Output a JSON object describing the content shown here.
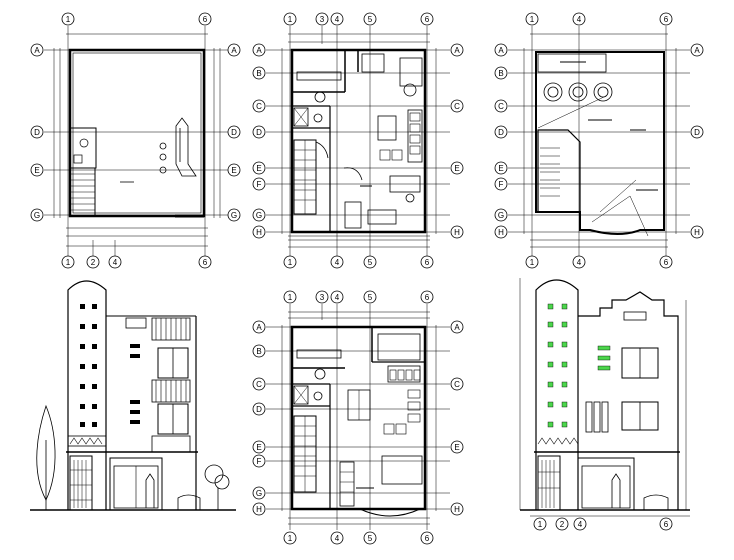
{
  "sheet": {
    "background": "#ffffff",
    "line_color": "#000000",
    "accent_green": "#4cd64c"
  },
  "plan_ground": {
    "top_axes": [
      "1",
      "6"
    ],
    "bottom_axes": [
      "1",
      "2",
      "4",
      "6"
    ],
    "row_axes": [
      "A",
      "D",
      "E",
      "G"
    ]
  },
  "plan_first": {
    "top_axes": [
      "1",
      "3",
      "4",
      "5",
      "6"
    ],
    "bottom_axes": [
      "1",
      "4",
      "5",
      "6"
    ],
    "row_axes": [
      "A",
      "B",
      "C",
      "D",
      "E",
      "F",
      "G",
      "H"
    ]
  },
  "plan_roof": {
    "top_axes": [
      "1",
      "4",
      "6"
    ],
    "bottom_axes": [
      "1",
      "4",
      "6"
    ],
    "row_axes": [
      "A",
      "B",
      "C",
      "D",
      "E",
      "F",
      "G",
      "H"
    ]
  },
  "plan_second": {
    "top_axes": [
      "1",
      "3",
      "4",
      "5",
      "6"
    ],
    "bottom_axes": [
      "1",
      "4",
      "5",
      "6"
    ],
    "row_axes": [
      "A",
      "B",
      "C",
      "D",
      "E",
      "F",
      "G",
      "H"
    ]
  },
  "elevation_side": {
    "bottom_axes": [
      "1",
      "2",
      "4",
      "6"
    ]
  }
}
